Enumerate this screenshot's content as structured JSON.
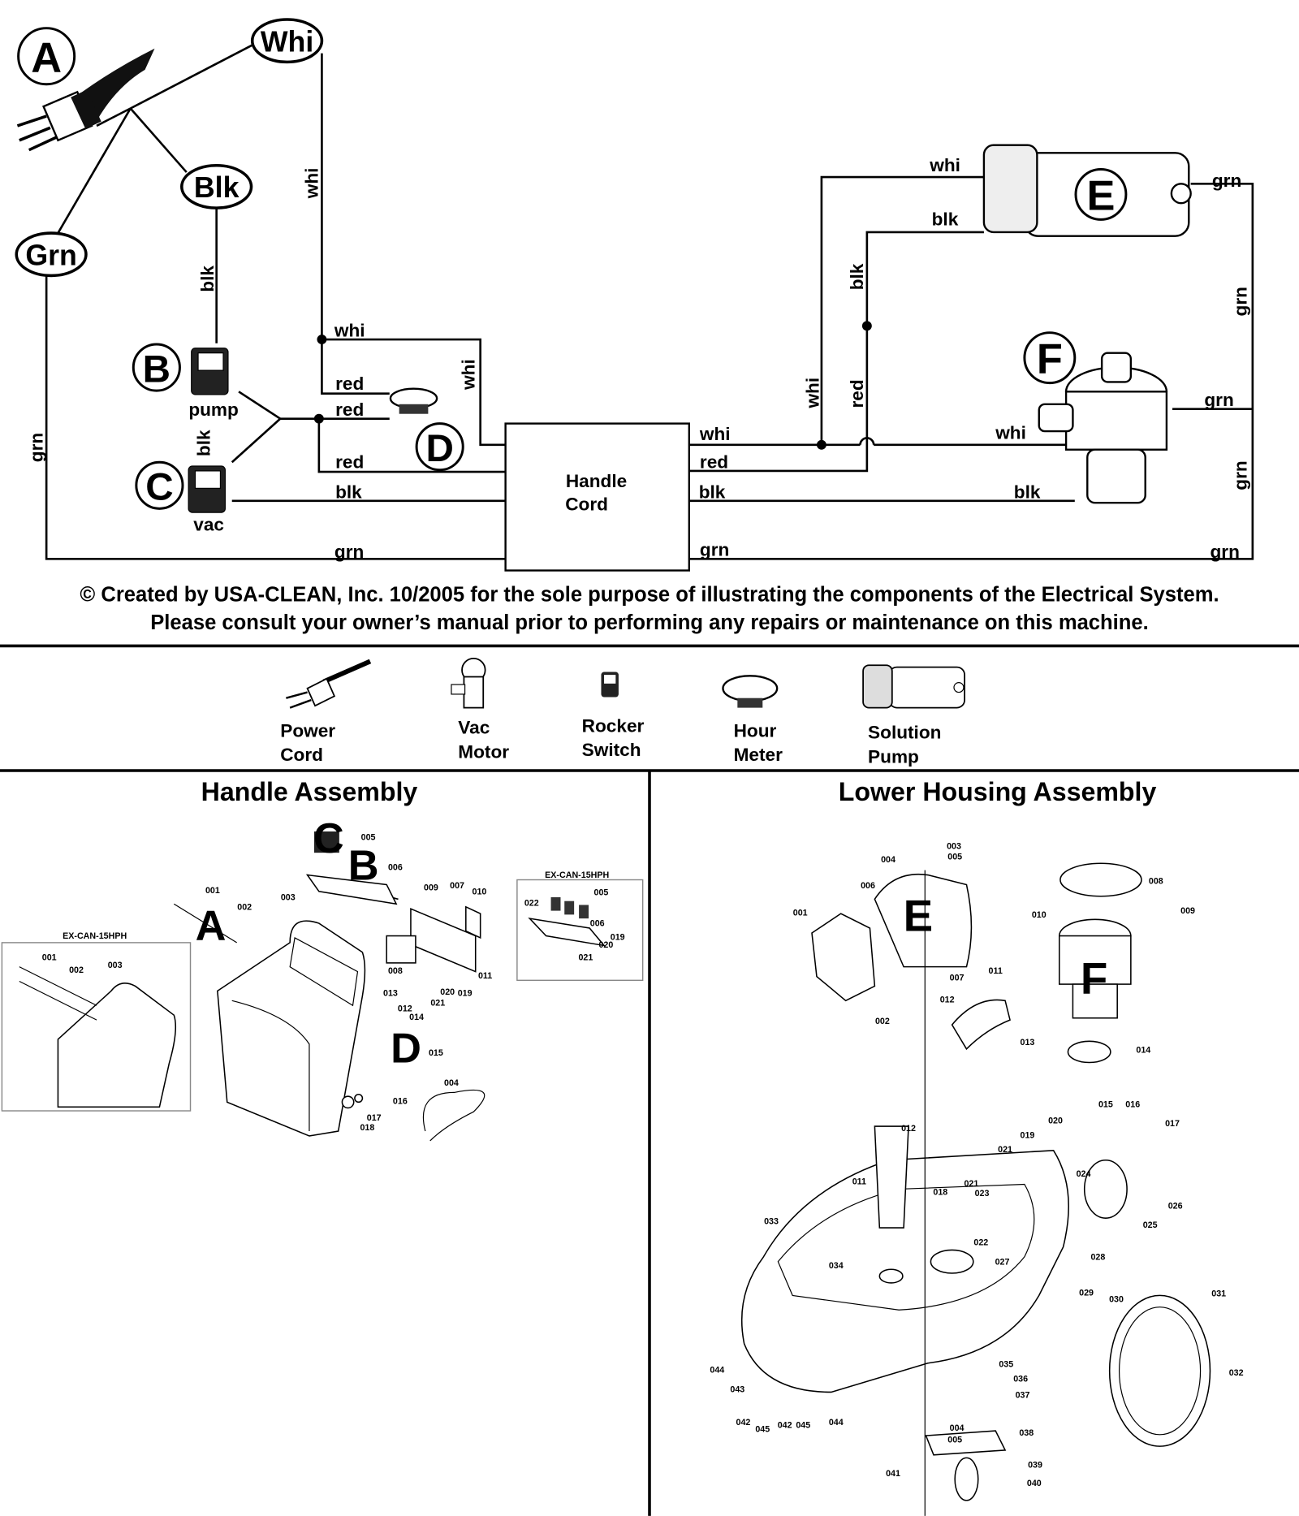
{
  "wiring": {
    "circle_letters": {
      "A": "A",
      "B": "B",
      "C": "C",
      "D": "D",
      "E": "E",
      "F": "F"
    },
    "ellipses": {
      "whi": "Whi",
      "blk": "Blk",
      "grn": "Grn"
    },
    "handle_cord": [
      "Handle",
      "Cord"
    ],
    "switch_labels": {
      "pump": "pump",
      "vac": "vac"
    },
    "wire_labels": {
      "whi": "whi",
      "blk": "blk",
      "red": "red",
      "grn": "grn"
    }
  },
  "notice": {
    "line1": "© Created by USA-CLEAN, Inc. 10/2005 for the sole purpose of illustrating the components of the Electrical System.",
    "line2": "Please consult your owner’s manual prior to performing any repairs or maintenance on this machine."
  },
  "legend": [
    {
      "line1": "Power",
      "line2": "Cord",
      "icon": "power-cord-icon"
    },
    {
      "line1": "Vac",
      "line2": "Motor",
      "icon": "vac-motor-icon"
    },
    {
      "line1": "Rocker",
      "line2": "Switch",
      "icon": "rocker-switch-icon"
    },
    {
      "line1": "Hour",
      "line2": "Meter",
      "icon": "hour-meter-icon"
    },
    {
      "line1": "Solution",
      "line2": "Pump",
      "icon": "solution-pump-icon"
    }
  ],
  "handle_assembly": {
    "title": "Handle Assembly",
    "inset_title": "EX-CAN-15HPH",
    "letters": [
      "A",
      "B",
      "C",
      "D"
    ],
    "callouts": [
      "001",
      "002",
      "003",
      "005",
      "006",
      "009",
      "007",
      "010",
      "008",
      "011",
      "013",
      "012",
      "014",
      "015",
      "020",
      "019",
      "021",
      "016",
      "017",
      "018",
      "004"
    ],
    "inset_left_callouts": [
      "001",
      "002",
      "003"
    ],
    "inset_right_callouts": [
      "005",
      "022",
      "006",
      "019",
      "020",
      "021"
    ]
  },
  "lower_housing_assembly": {
    "title": "Lower Housing Assembly",
    "letters": [
      "E",
      "F"
    ],
    "callouts": [
      "003",
      "005",
      "004",
      "006",
      "001",
      "002",
      "007",
      "008",
      "009",
      "010",
      "011",
      "012",
      "013",
      "014",
      "015",
      "016",
      "017",
      "012",
      "019",
      "020",
      "021",
      "011",
      "024",
      "021",
      "023",
      "018",
      "026",
      "025",
      "033",
      "022",
      "027",
      "028",
      "034",
      "029",
      "030",
      "031",
      "032",
      "035",
      "036",
      "037",
      "044",
      "043",
      "042",
      "045",
      "042",
      "045",
      "044",
      "004",
      "005",
      "038",
      "039",
      "040",
      "041"
    ]
  }
}
